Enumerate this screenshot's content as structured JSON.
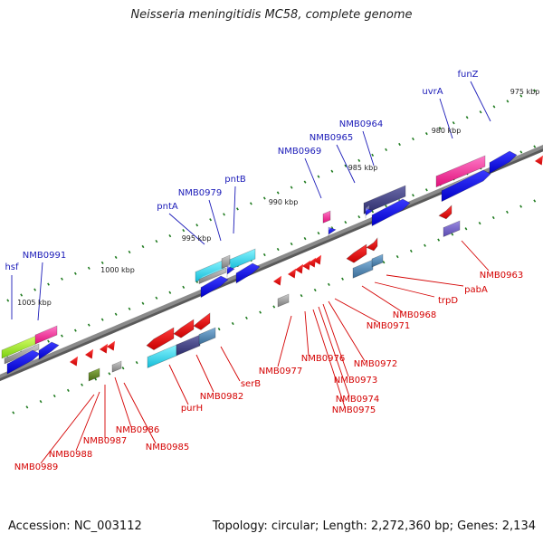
{
  "title": "Neisseria meningitidis MC58, complete genome",
  "footer": {
    "accession": "Accession: NC_003112",
    "topology": "Topology: circular; Length: 2,272,360 bp; Genes: 2,134"
  },
  "colors": {
    "backbone": "#8a8a8a",
    "forward_label": "#1a1ab8",
    "reverse_label": "#d40000",
    "tick": "#1e7a1e"
  },
  "kbp_labels": [
    "975 kbp",
    "980 kbp",
    "985 kbp",
    "990 kbp",
    "995 kbp",
    "1000 kbp",
    "1005 kbp"
  ],
  "forward_labels": [
    "hsf",
    "NMB0991",
    "pntA",
    "NMB0979",
    "pntB",
    "NMB0969",
    "NMB0965",
    "NMB0964",
    "uvrA",
    "funZ"
  ],
  "reverse_labels": [
    "NMB0963",
    "pabA",
    "trpD",
    "NMB0968",
    "NMB0971",
    "NMB0972",
    "NMB0973",
    "NMB0974",
    "NMB0975",
    "NMB0976",
    "NMB0977",
    "serB",
    "NMB0982",
    "purH",
    "NMB0985",
    "NMB0986",
    "NMB0987",
    "NMB0988",
    "NMB0989"
  ]
}
